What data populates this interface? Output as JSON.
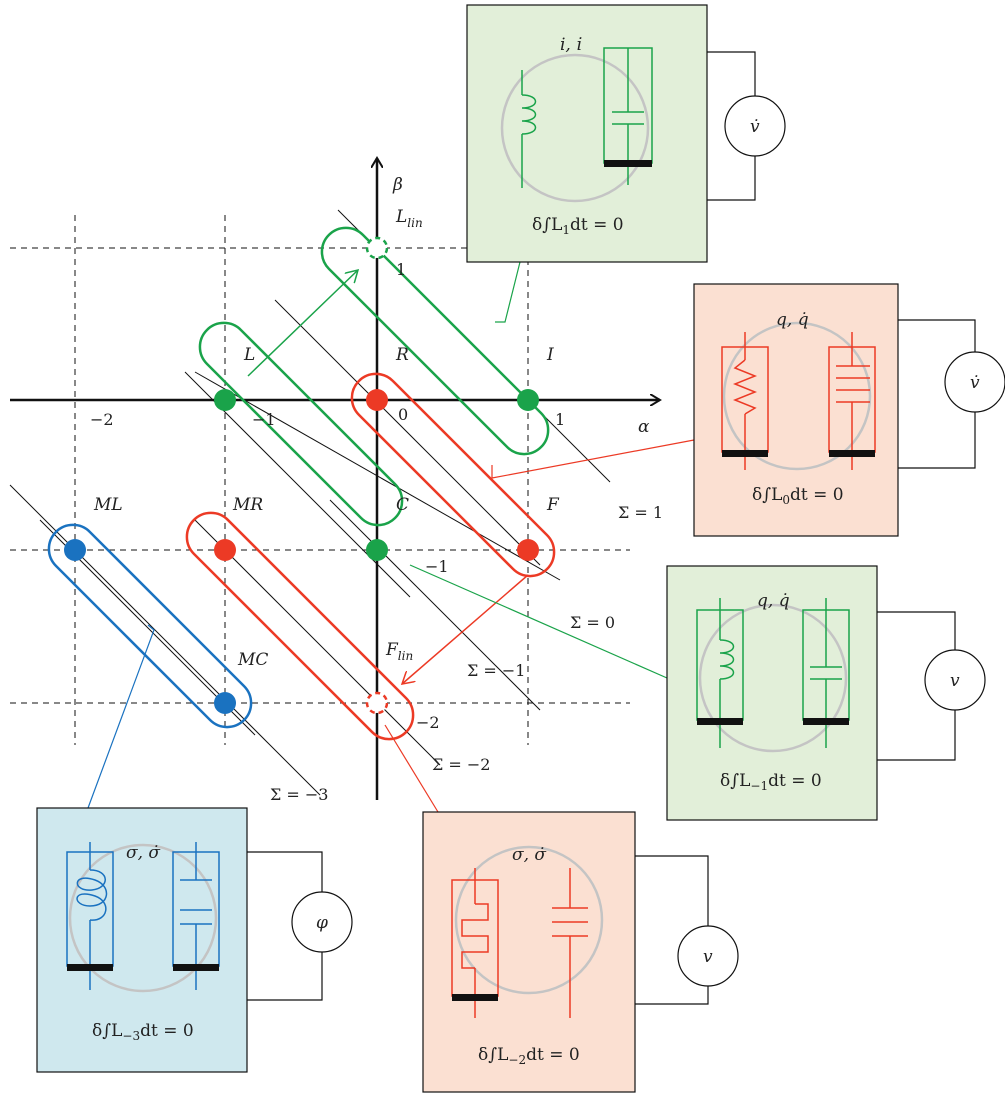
{
  "axes": {
    "x_label": "α",
    "y_label": "β",
    "tick_labels": {
      "m2": "−2",
      "m1": "−1",
      "zero": "0",
      "p1x": "1",
      "p1y": "1",
      "m1y": "−1",
      "m2y": "−2"
    }
  },
  "nodes": {
    "L_lin": {
      "main": "L",
      "sub": "lin"
    },
    "L": "L",
    "R": "R",
    "I": "I",
    "ML": "ML",
    "MR": "MR",
    "C": "C",
    "F": "F",
    "MC": "MC",
    "F_lin": {
      "main": "F",
      "sub": "lin"
    }
  },
  "sum_labels": {
    "s1": "Σ = 1",
    "s0": "Σ = 0",
    "sm1": "Σ = −1",
    "sm2": "Σ = −2",
    "sm3": "Σ = −3"
  },
  "panels": [
    {
      "id": "L1",
      "var": "i, i̇",
      "source": "v̇",
      "formula_pre": "δ∫L",
      "formula_sub": "1",
      "formula_post": "dt = 0",
      "bg": "#e2efd9"
    },
    {
      "id": "L0",
      "var": "q, q̇",
      "source": "v̇",
      "formula_pre": "δ∫L",
      "formula_sub": "0",
      "formula_post": "dt = 0",
      "bg": "#fbe0d2"
    },
    {
      "id": "Lm1",
      "var": "q, q̇",
      "source": "v",
      "formula_pre": "δ∫L",
      "formula_sub": "−1",
      "formula_post": "dt = 0",
      "bg": "#e2efd9"
    },
    {
      "id": "Lm2",
      "var": "σ, σ̇",
      "source": "v",
      "formula_pre": "δ∫L",
      "formula_sub": "−2",
      "formula_post": "dt = 0",
      "bg": "#fbe0d2"
    },
    {
      "id": "Lm3",
      "var": "σ, σ̇",
      "source": "φ",
      "formula_pre": "δ∫L",
      "formula_sub": "−3",
      "formula_post": "dt = 0",
      "bg": "#cfe8ee"
    }
  ],
  "colors": {
    "green": "#1aa34a",
    "red": "#ec3a25",
    "blue": "#1a72c0"
  }
}
